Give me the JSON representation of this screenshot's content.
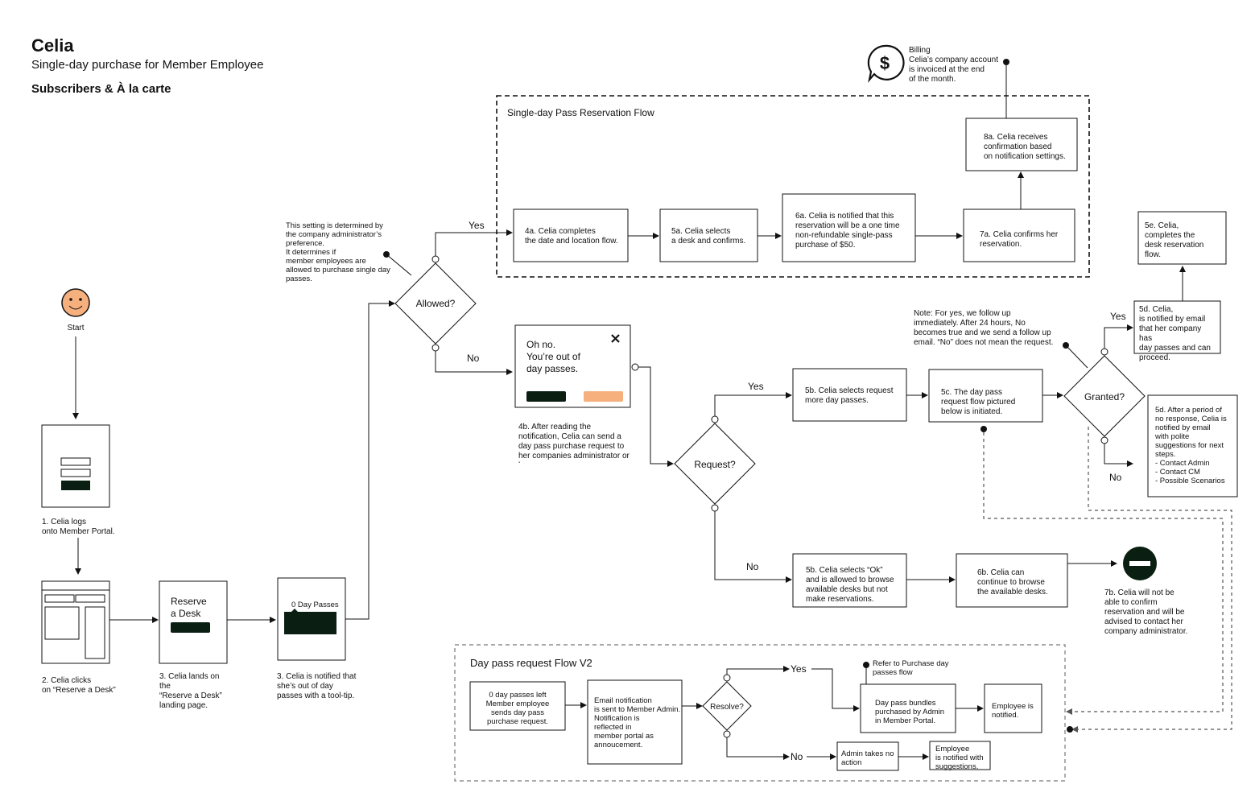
{
  "header": {
    "name": "Celia",
    "subtitle": "Single-day purchase for Member Employee",
    "segment": "Subscribers & À la carte"
  },
  "start": {
    "label": "Start"
  },
  "screens": {
    "s1": [
      "1. Celia logs",
      "onto Member Portal."
    ],
    "s2": [
      "2. Celia clicks",
      "on “Reserve a Desk”"
    ],
    "s3": [
      "3. Celia lands on",
      "the",
      "“Reserve a Desk”",
      "landing page."
    ],
    "s4": [
      "3. Celia is notified that",
      "she’s out of day",
      "passes with a tool-tip."
    ],
    "reserve_title": [
      "Reserve",
      "a Desk"
    ],
    "tooltip": "0 Day Passes"
  },
  "setting_note": [
    "This setting is determined by",
    "the company administrator’s",
    "preference.",
    "",
    "It determines if",
    "member employees are",
    "allowed to purchase single day",
    "passes."
  ],
  "decisions": {
    "allowed": "Allowed?",
    "request": "Request?",
    "granted": "Granted?",
    "resolve": "Resolve?"
  },
  "branches": {
    "yes": "Yes",
    "no": "No"
  },
  "single_flow": {
    "title": "Single-day Pass Reservation Flow",
    "step4a": [
      "4a. Celia completes",
      "the date and location flow."
    ],
    "step5a": [
      "5a. Celia selects",
      "a desk and confirms."
    ],
    "step6a": [
      "6a. Celia is notified that this",
      "reservation will be a one time",
      "non-refundable single-pass",
      "purchase of $50."
    ],
    "step7a": [
      "7a. Celia confirms her",
      "reservation."
    ],
    "step8a": [
      "8a. Celia receives",
      "confirmation based",
      "on notification settings."
    ]
  },
  "billing": {
    "icon": "dollar-speech-icon",
    "text": [
      "Billing",
      "Celia’s company account",
      "is invoiced at the end",
      "of the month."
    ]
  },
  "modal": {
    "text": [
      "Oh no.",
      "You’re out of",
      "day passes."
    ],
    "primary_color": "#0a1f12",
    "secondary_color": "#f6b07e"
  },
  "step4b": [
    "4b. After reading the",
    "notification, Celia can send a",
    "day pass purchase request to",
    "her companies administrator or",
    "browse"
  ],
  "step5b_yes": [
    "5b. Celia selects request",
    "more day passes."
  ],
  "step5c": [
    "5c. The day pass",
    "request flow pictured",
    "below is initiated."
  ],
  "followup_note": [
    "Note: For yes, we follow up",
    "immediately. After 24 hours, No",
    "becomes true and we send a follow up",
    "email. “No” does not mean the request."
  ],
  "step5d_yes": [
    "5d. Celia,",
    "is notified by email",
    "that her company",
    "has",
    "day passes and can",
    "proceed."
  ],
  "step5e": [
    "5e. Celia,",
    "completes the",
    "desk reservation",
    "flow."
  ],
  "step5d_no": [
    "5d. After a period of",
    "no response, Celia is",
    "notified by email",
    "with polite",
    "suggestions for next",
    "steps.",
    "",
    "- Contact Admin",
    "- Contact CM",
    "- Possible Scenarios"
  ],
  "step5b_no": [
    "5b. Celia selects “Ok”",
    "and is allowed to browse",
    "available desks but not",
    "make reservations."
  ],
  "step6b": [
    "6b. Celia can",
    "continue to browse",
    "the available desks."
  ],
  "step7b": [
    "7b. Celia will not be",
    "able to confirm",
    "reservation and will be",
    "advised to contact her",
    "company administrator."
  ],
  "v2": {
    "title": "Day pass request Flow V2",
    "b1": [
      "0 day passes left",
      "Member employee",
      "sends day pass",
      "purchase request."
    ],
    "b2": [
      "Email notification",
      "is sent to Member Admin.",
      "",
      "Notification is",
      "reflected in",
      "member portal as",
      "annoucement."
    ],
    "refer": [
      "Refer to Purchase day",
      "passes flow"
    ],
    "b3": [
      "Day pass bundles",
      "purchased by Admin",
      "in Member Portal."
    ],
    "b4": [
      "Employee is",
      "notified."
    ],
    "b5": [
      "Admin takes no",
      "action"
    ],
    "b6": [
      "Employee",
      "is notified with",
      "suggestions."
    ]
  }
}
